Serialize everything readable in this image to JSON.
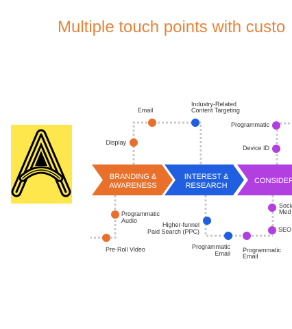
{
  "title": "Multiple touch points with custo",
  "colors": {
    "orange": "#e8702a",
    "blue": "#1f5fe0",
    "purple": "#b23fe0",
    "title": "#e8833a",
    "logo_bg": "#fde74c",
    "dots": "#c8c8c8"
  },
  "logo": {
    "icon": "stylized-letter-a-logo-icon"
  },
  "stages": [
    {
      "line1": "BRANDING &",
      "line2": "AWARENESS"
    },
    {
      "line1": "INTEREST &",
      "line2": "RESEARCH"
    },
    {
      "line1": "CONSIDERA",
      "line2": ""
    }
  ],
  "touchpoints": {
    "email": "Email",
    "display": "Display",
    "industry_line1": "Industry-Related",
    "industry_line2": "Content Targeting",
    "programmatic": "Programmatic",
    "device_id": "Device ID",
    "prog_audio_line1": "Programmatic",
    "prog_audio_line2": "Audio",
    "preroll": "Pre-Roll Video",
    "paid_search_line1": "Higher-funnel",
    "paid_search_line2": "Paid Search (PPC)",
    "prog_email1_line1": "Programmatic",
    "prog_email1_line2": "Email",
    "prog_email2_line1": "Programmatic",
    "prog_email2_line2": "Email",
    "social_line1": "Socia",
    "social_line2": "Med",
    "seo": "SEO"
  }
}
